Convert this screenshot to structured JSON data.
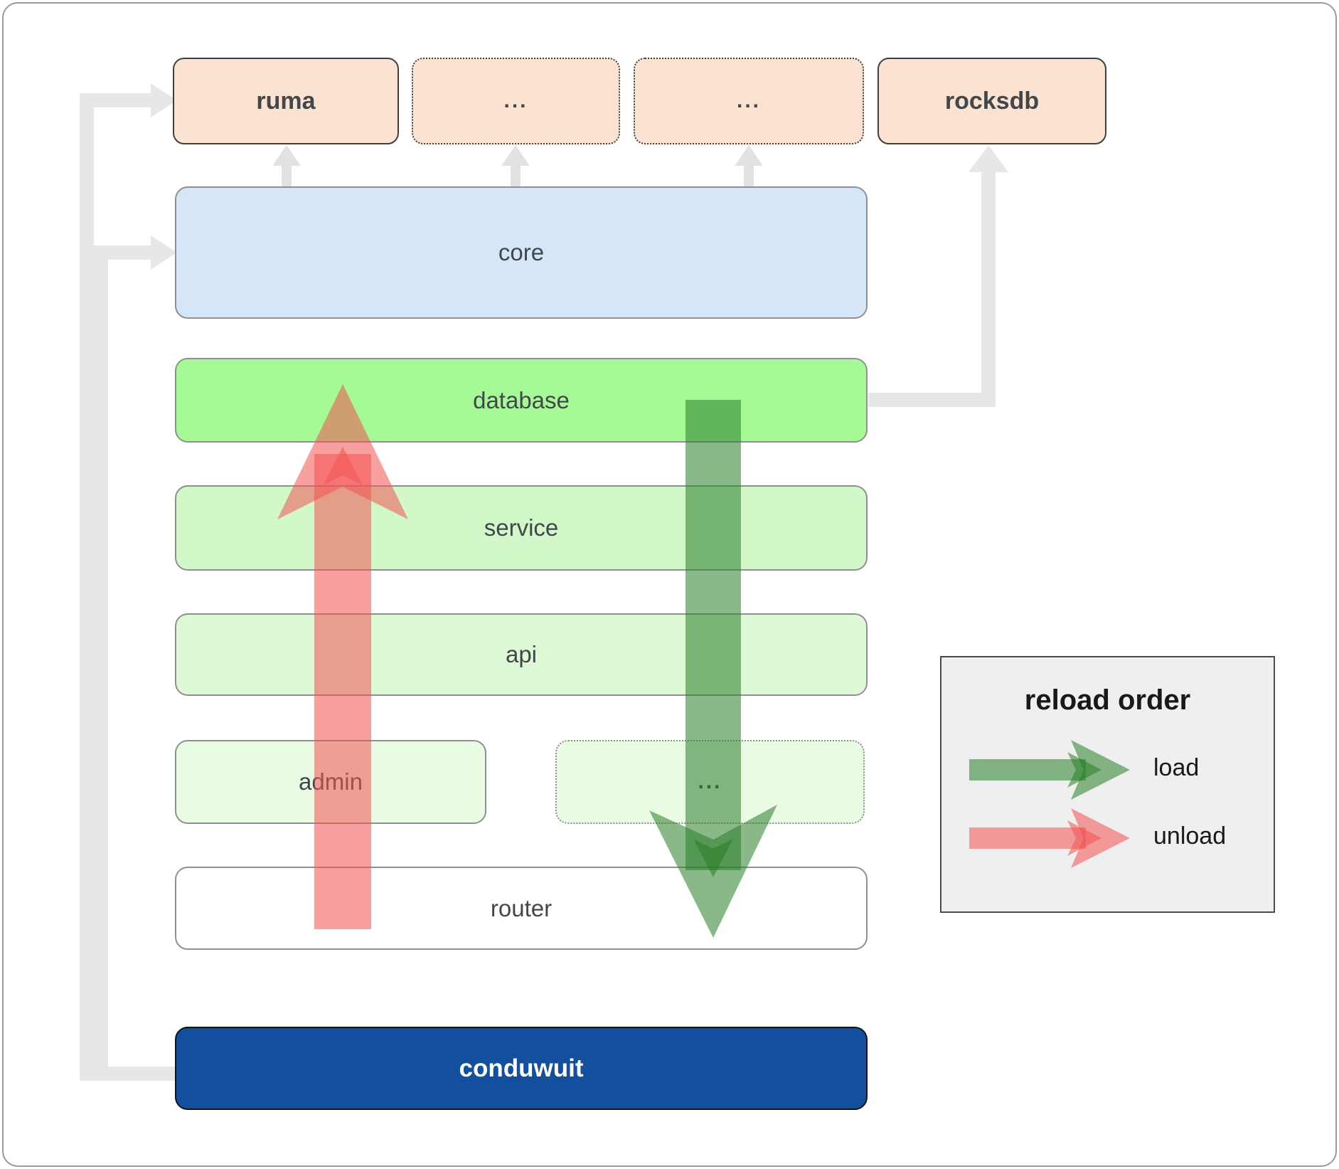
{
  "boxes": {
    "ruma": {
      "label": "ruma"
    },
    "deps1": {
      "label": "..."
    },
    "deps2": {
      "label": "..."
    },
    "rocksdb": {
      "label": "rocksdb"
    },
    "core": {
      "label": "core"
    },
    "database": {
      "label": "database"
    },
    "service": {
      "label": "service"
    },
    "api": {
      "label": "api"
    },
    "admin": {
      "label": "admin"
    },
    "admin_more": {
      "label": "..."
    },
    "router": {
      "label": "router"
    },
    "conduwuit": {
      "label": "conduwuit"
    }
  },
  "legend": {
    "title": "reload order",
    "items": [
      {
        "label": "load",
        "arrow": "load-arrow-icon"
      },
      {
        "label": "unload",
        "arrow": "unload-arrow-icon"
      }
    ]
  },
  "colors": {
    "peach": "#fce3d1",
    "core_blue": "#d4e6f8",
    "database_green": "#a5fa95",
    "service_green": "#d2f8ca",
    "api_green": "#def9d6",
    "admin_green": "#eafbe4",
    "router_white": "#ffffff",
    "conduwuit_navy": "#12509e",
    "legend_bg": "#efefef",
    "legend_border": "#4b4b4b",
    "border_gray": "#909090",
    "border_dark": "#3f3f3f",
    "text_dark": "#42474c",
    "text_light": "#ffffff",
    "connector_gray": "#e7e7e7",
    "load_green": "rgba(40,126,40,0.55)",
    "unload_red": "rgba(242,82,82,0.55)"
  }
}
